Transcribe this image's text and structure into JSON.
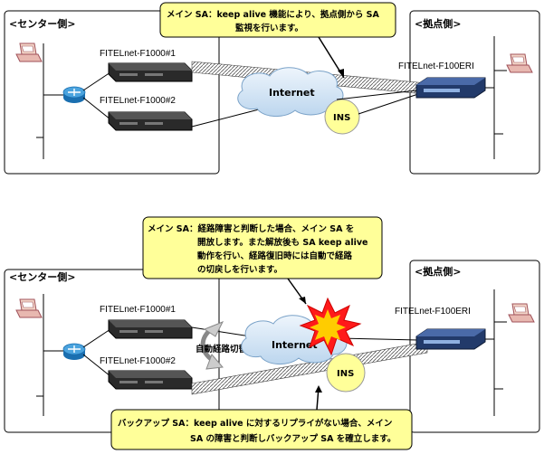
{
  "top": {
    "center_label": "<センター側>",
    "branch_label": "<拠点側>",
    "device1": "FITELnet-F1000#1",
    "device2": "FITELnet-F1000#2",
    "branch_device": "FITELnet-F100ERI",
    "internet": "Internet",
    "ins": "INS",
    "callout_line1": "メイン SA：keep alive 機能により、拠点側から SA",
    "callout_line2": "監視を行います。"
  },
  "bottom": {
    "center_label": "<センター側>",
    "branch_label": "<拠点側>",
    "device1": "FITELnet-F1000#1",
    "device2": "FITELnet-F1000#2",
    "branch_device": "FITELnet-F100ERI",
    "internet": "Internet",
    "ins": "INS",
    "switch_label": "自動経路切替え",
    "callout_top_lines": [
      "メイン SA：経路障害と判断した場合、メイン SA を",
      "開放します。また解放後も SA keep alive",
      "動作を行い、経路復旧時には自動で経路",
      "の切戻しを行います。"
    ],
    "callout_bottom_lines": [
      "バックアップ SA：keep alive に対するリプライがない場合、メイン",
      "SA の障害と判断しバックアップ SA を確立します。"
    ]
  },
  "colors": {
    "callout_fill": "#ffff99",
    "ins_fill": "#ffff99",
    "cloud_fill": "#d9e9f7",
    "burst_fill": "#ff1a1a"
  }
}
